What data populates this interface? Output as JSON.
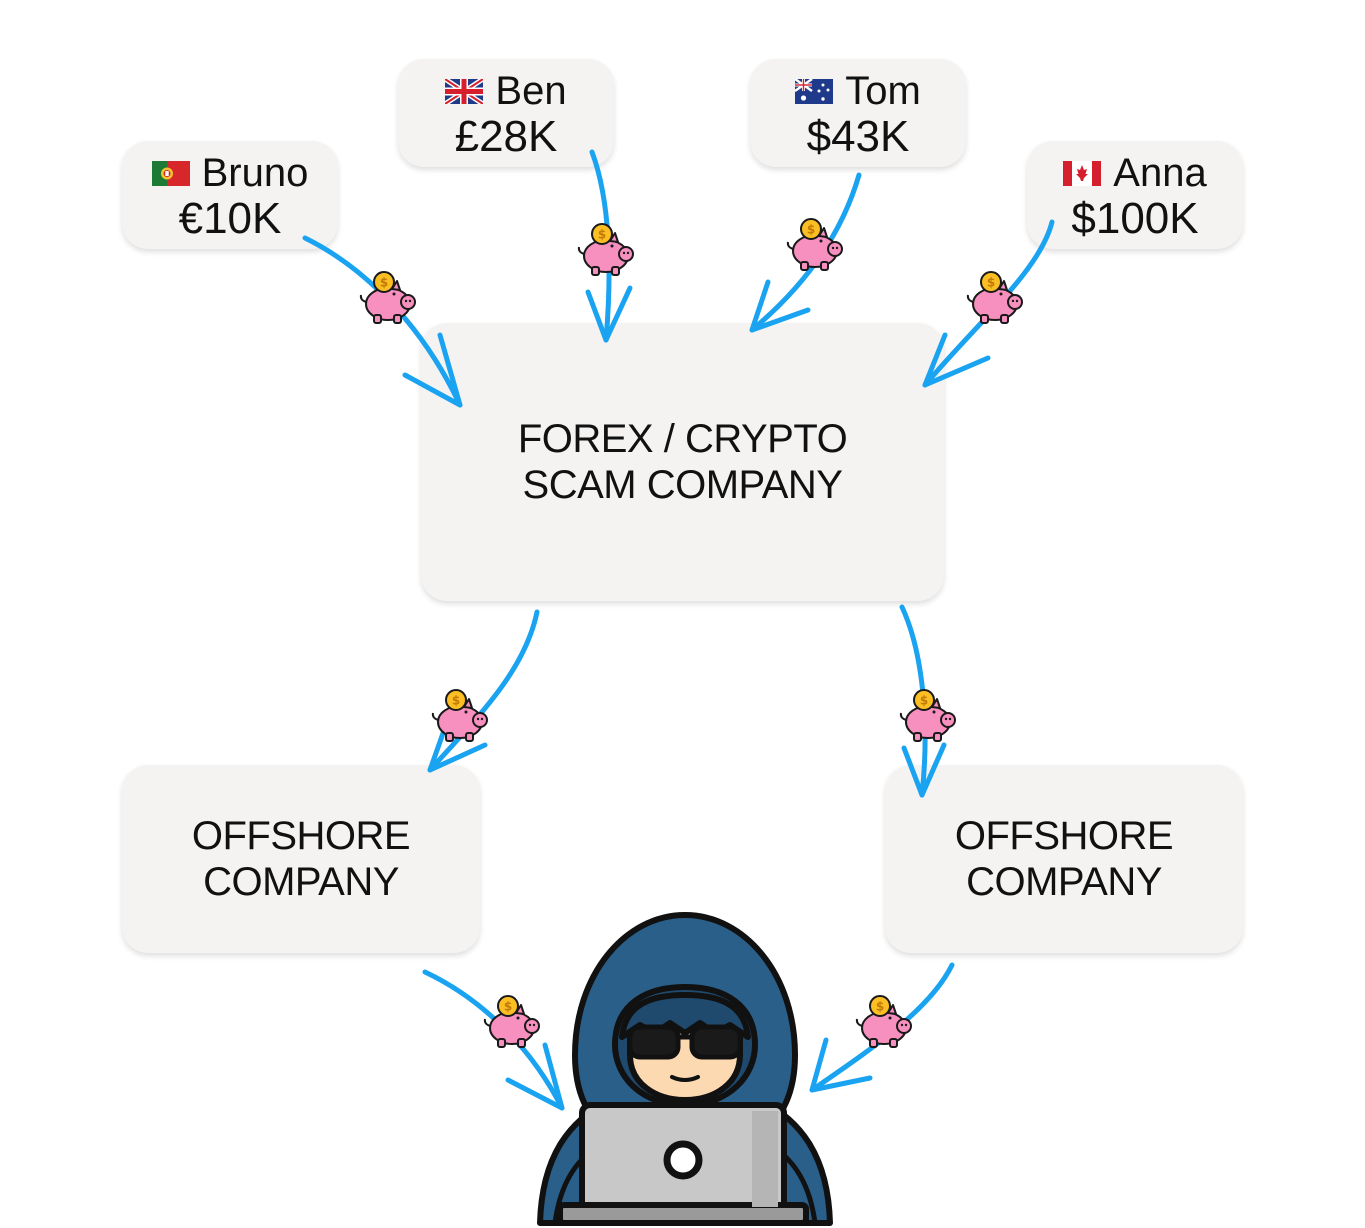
{
  "victims": [
    {
      "name": "Bruno",
      "amount": "€10K",
      "flag": "portugal-flag-icon"
    },
    {
      "name": "Ben",
      "amount": "£28K",
      "flag": "uk-flag-icon"
    },
    {
      "name": "Tom",
      "amount": "$43K",
      "flag": "australia-flag-icon"
    },
    {
      "name": "Anna",
      "amount": "$100K",
      "flag": "canada-flag-icon"
    }
  ],
  "scam_company": {
    "line1": "FOREX / CRYPTO",
    "line2": "SCAM COMPANY"
  },
  "offshore_left": {
    "line1": "OFFSHORE",
    "line2": "COMPANY"
  },
  "offshore_right": {
    "line1": "OFFSHORE",
    "line2": "COMPANY"
  },
  "icons": {
    "money": "piggy-bank-coin-icon",
    "recipient": "hooded-hacker-laptop-icon"
  },
  "colors": {
    "arrow": "#1aa3f0",
    "card": "#f4f3f2",
    "piggy": "#f78fbf",
    "coin": "#fbbf24",
    "hood": "#2a5f8a"
  }
}
